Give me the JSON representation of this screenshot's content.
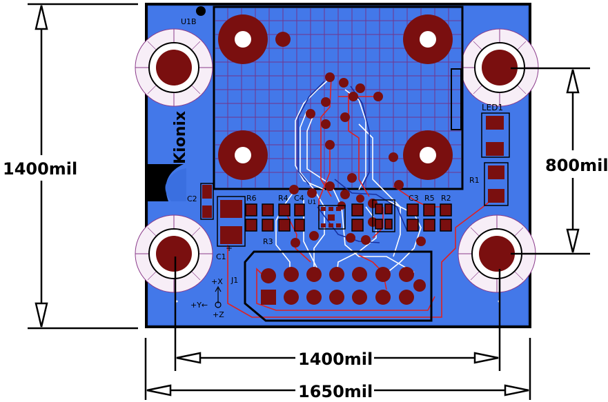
{
  "dimensions": {
    "height": "1400mil",
    "hole_pitch_vertical": "800mil",
    "hole_pitch_horizontal": "1400mil",
    "width": "1650mil"
  },
  "designators": {
    "u1b": "U1B",
    "led1": "LED1",
    "r1": "R1",
    "c2": "C2",
    "r6": "R6",
    "r4": "R4",
    "c4": "C4",
    "u1": "U1",
    "c3": "C3",
    "r5": "R5",
    "r2": "R2",
    "r3": "R3",
    "c1": "C1",
    "j1": "J1"
  },
  "axes": {
    "x": "+X",
    "y": "+Y←",
    "z": "+Z"
  },
  "logo": {
    "text": "Kionix"
  },
  "colors": {
    "board": "#3a6fe0",
    "pad": "#7a0f0f",
    "trace_red": "#e02020",
    "trace_white": "#ffffff",
    "grid": "#7a2a7a",
    "dimension": "#000000"
  }
}
